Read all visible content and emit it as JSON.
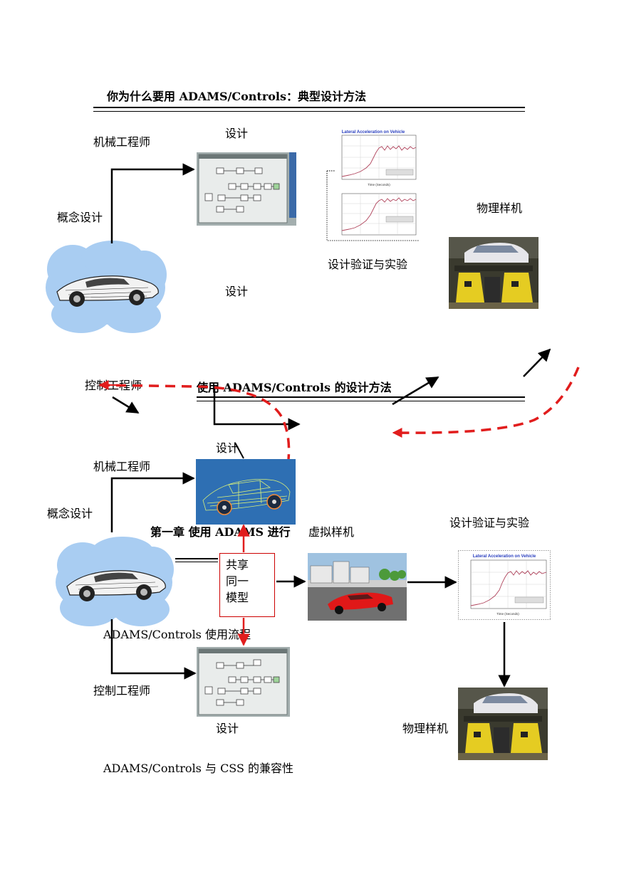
{
  "section1": {
    "title": "你为什么要用 ADAMS/Controls：典型设计方法",
    "mech_engineer": "机械工程师",
    "concept_design": "概念设计",
    "design_top": "设计",
    "design_bottom": "设计",
    "verify": "设计验证与实验",
    "physical": "物理样机",
    "control_engineer": "控制工程师",
    "chart_title": "Lateral Acceleration on Vehicle",
    "chart_xlabel": "Time (Seconds)"
  },
  "section2": {
    "title": "使用 ADAMS/Controls 的设计方法",
    "design_top": "设计",
    "mech_engineer": "机械工程师",
    "concept_design": "概念设计",
    "chapter": "第一章  使用 ADAMS 进行",
    "virtual": "虚拟样机",
    "verify": "设计验证与实验",
    "share_1": "共享",
    "share_2": "同一",
    "share_3": "模型",
    "flow": "ADAMS/Controls 使用流程",
    "control_engineer": "控制工程师",
    "design_bottom": "设计",
    "physical": "物理样机",
    "chart_title": "Lateral Acceleration on Vehicle",
    "chart_xlabel": "Time (Seconds)"
  },
  "footer": {
    "compat": "ADAMS/Controls 与 CSS 的兼容性"
  },
  "colors": {
    "red_dash": "#e11d1d",
    "cloud": "#a9cdf2",
    "screen_bg": "#9aa6a6",
    "car_blue": "#2e6fb3"
  }
}
